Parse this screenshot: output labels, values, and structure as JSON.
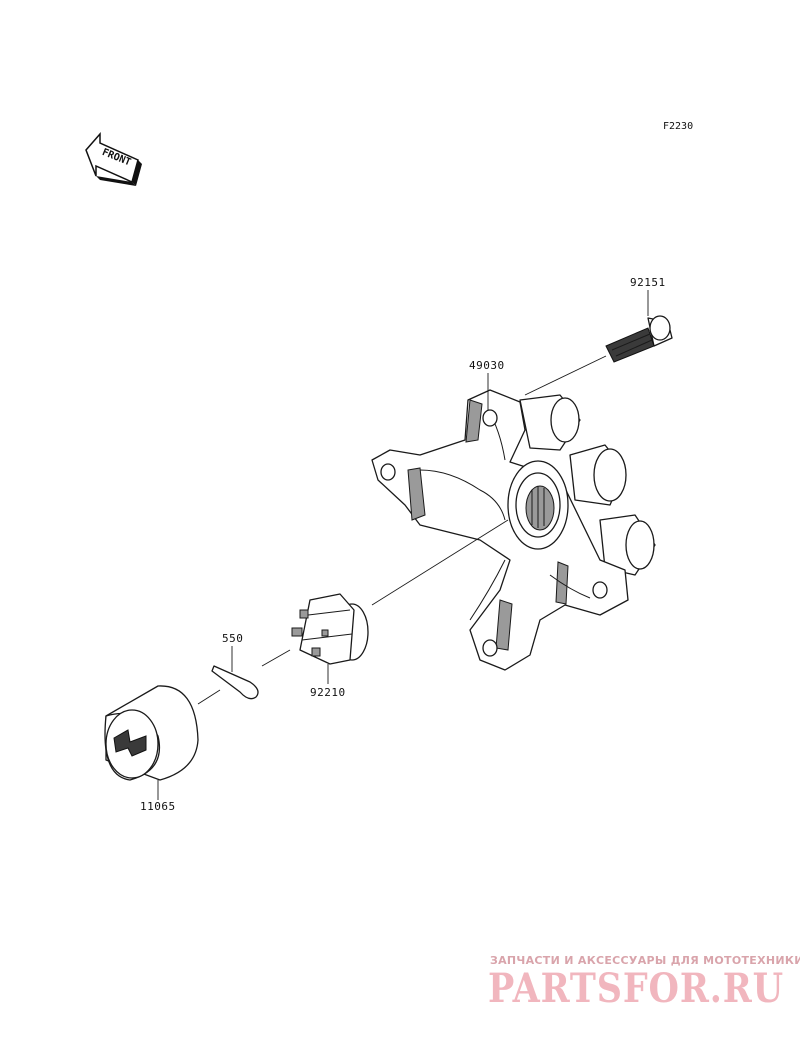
{
  "diagram": {
    "ref_code": "F2230",
    "front_label": "FRONT",
    "parts": [
      {
        "number": "92151",
        "name": "stud"
      },
      {
        "number": "49030",
        "name": "hub"
      },
      {
        "number": "550",
        "name": "cotter-pin"
      },
      {
        "number": "92210",
        "name": "castle-nut"
      },
      {
        "number": "11065",
        "name": "cap"
      }
    ]
  },
  "watermark": {
    "tagline": "ЗАПЧАСТИ И АКСЕССУАРЫ ДЛЯ МОТОТЕХНИКИ",
    "brand": "PARTSFOR.RU"
  }
}
